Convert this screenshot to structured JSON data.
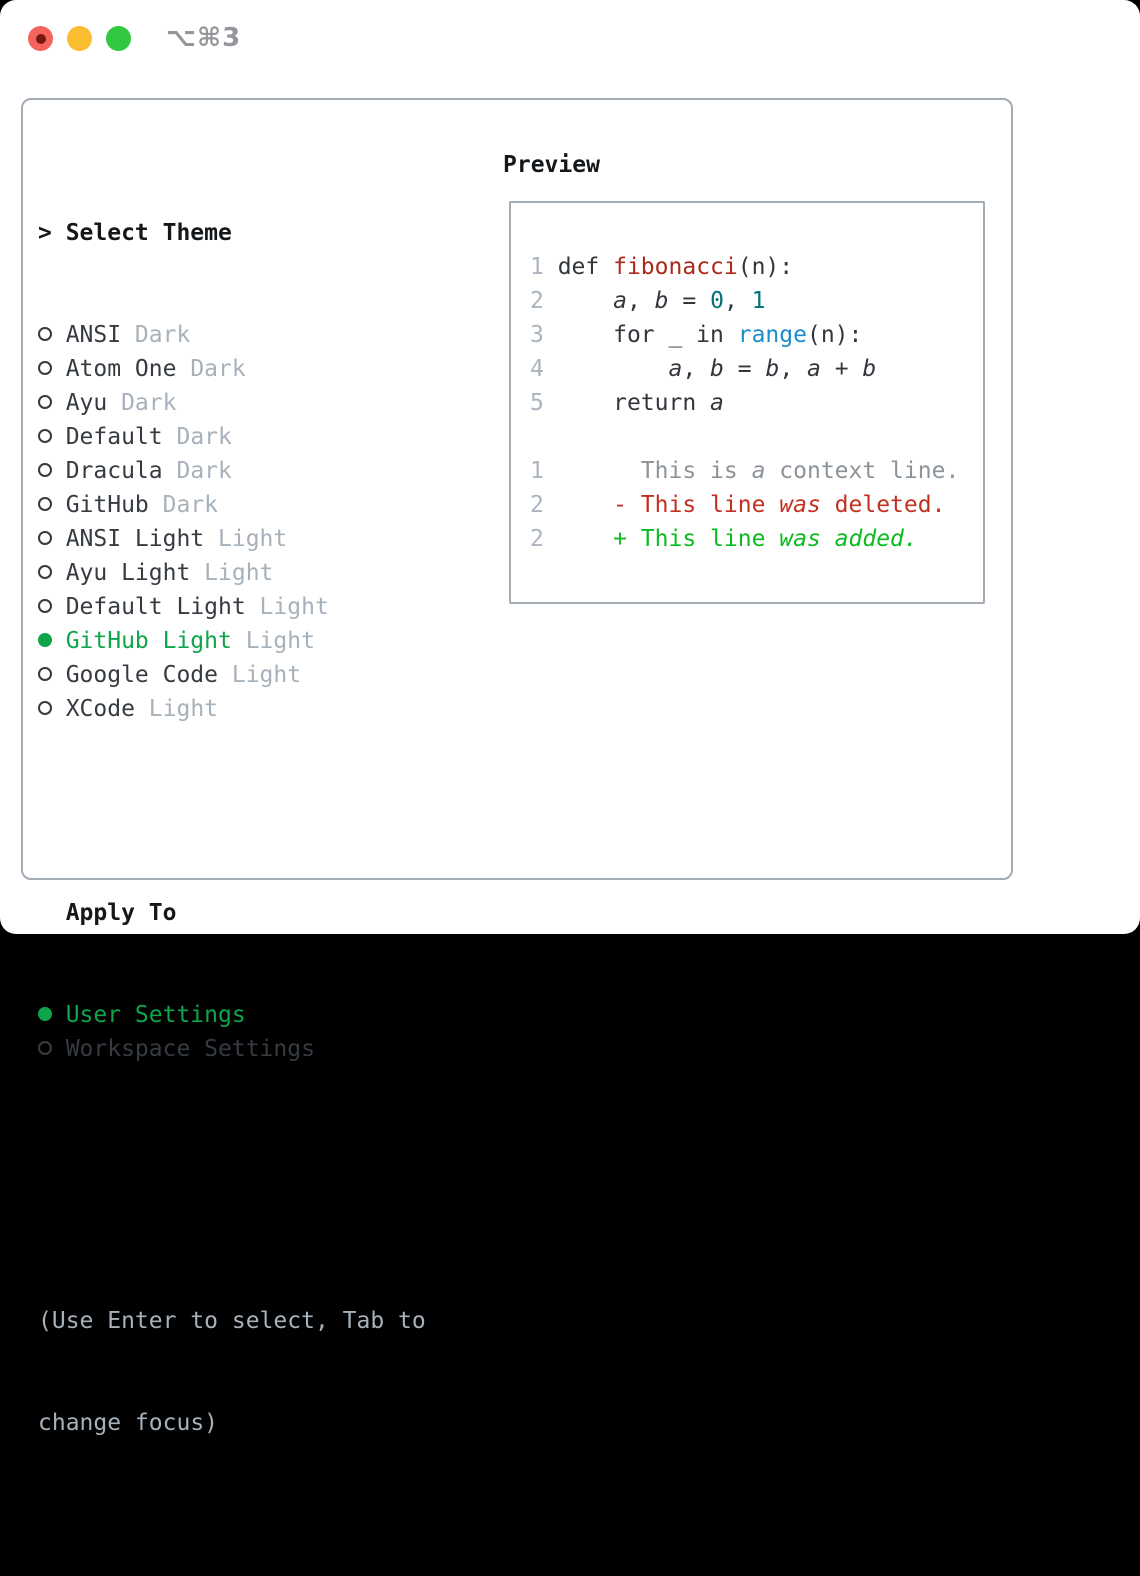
{
  "window": {
    "shortcut": "⌥⌘3"
  },
  "theme_menu": {
    "marker": ">",
    "header": "Select Theme",
    "items": [
      {
        "label": "ANSI",
        "suffix": "Dark",
        "selected": false
      },
      {
        "label": "Atom One",
        "suffix": "Dark",
        "selected": false
      },
      {
        "label": "Ayu",
        "suffix": "Dark",
        "selected": false
      },
      {
        "label": "Default",
        "suffix": "Dark",
        "selected": false
      },
      {
        "label": "Dracula",
        "suffix": "Dark",
        "selected": false
      },
      {
        "label": "GitHub",
        "suffix": "Dark",
        "selected": false
      },
      {
        "label": "ANSI Light",
        "suffix": "Light",
        "selected": false
      },
      {
        "label": "Ayu Light",
        "suffix": "Light",
        "selected": false
      },
      {
        "label": "Default Light",
        "suffix": "Light",
        "selected": false
      },
      {
        "label": "GitHub Light",
        "suffix": "Light",
        "selected": true
      },
      {
        "label": "Google Code",
        "suffix": "Light",
        "selected": false
      },
      {
        "label": "XCode",
        "suffix": "Light",
        "selected": false
      }
    ]
  },
  "apply_to": {
    "header": "Apply To",
    "options": [
      {
        "label": "User Settings",
        "selected": true
      },
      {
        "label": "Workspace Settings",
        "selected": false
      }
    ]
  },
  "hint": {
    "line1": "(Use Enter to select, Tab to",
    "line2": "change focus)"
  },
  "preview": {
    "title": "Preview",
    "lines": [
      {
        "num": "1",
        "tokens": [
          {
            "t": " def ",
            "c": "fg"
          },
          {
            "t": "fibonacci",
            "c": "red"
          },
          {
            "t": "(n):",
            "c": "fg"
          }
        ]
      },
      {
        "num": "2",
        "tokens": [
          {
            "t": "     ",
            "c": "fg"
          },
          {
            "t": "a",
            "c": "fg",
            "i": true
          },
          {
            "t": ", ",
            "c": "fg"
          },
          {
            "t": "b",
            "c": "fg",
            "i": true
          },
          {
            "t": " = ",
            "c": "fg"
          },
          {
            "t": "0",
            "c": "teal"
          },
          {
            "t": ", ",
            "c": "fg"
          },
          {
            "t": "1",
            "c": "teal"
          }
        ]
      },
      {
        "num": "3",
        "tokens": [
          {
            "t": "     for _ in ",
            "c": "fg"
          },
          {
            "t": "range",
            "c": "blue"
          },
          {
            "t": "(n):",
            "c": "fg"
          }
        ]
      },
      {
        "num": "4",
        "tokens": [
          {
            "t": "         ",
            "c": "fg"
          },
          {
            "t": "a",
            "c": "fg",
            "i": true
          },
          {
            "t": ", ",
            "c": "fg"
          },
          {
            "t": "b",
            "c": "fg",
            "i": true
          },
          {
            "t": " = ",
            "c": "fg"
          },
          {
            "t": "b",
            "c": "fg",
            "i": true
          },
          {
            "t": ", ",
            "c": "fg"
          },
          {
            "t": "a",
            "c": "fg",
            "i": true
          },
          {
            "t": " + ",
            "c": "fg"
          },
          {
            "t": "b",
            "c": "fg",
            "i": true
          }
        ]
      },
      {
        "num": "5",
        "tokens": [
          {
            "t": "     return ",
            "c": "fg"
          },
          {
            "t": "a",
            "c": "fg",
            "i": true
          }
        ]
      },
      {
        "num": "",
        "tokens": []
      },
      {
        "num": "1",
        "tokens": [
          {
            "t": "       This is ",
            "c": "ctx"
          },
          {
            "t": "a",
            "c": "ctx",
            "i": true
          },
          {
            "t": " context line.",
            "c": "ctx"
          }
        ]
      },
      {
        "num": "2",
        "tokens": [
          {
            "t": "     - This line ",
            "c": "del"
          },
          {
            "t": "was",
            "c": "del",
            "i": true
          },
          {
            "t": " deleted.",
            "c": "del"
          }
        ]
      },
      {
        "num": "2",
        "tokens": [
          {
            "t": "     + This line ",
            "c": "add"
          },
          {
            "t": "was",
            "c": "add",
            "i": true
          },
          {
            "t": " ",
            "c": "add"
          },
          {
            "t": "added.",
            "c": "add",
            "i": true
          }
        ]
      }
    ]
  },
  "colors": {
    "traffic-red": "#f4635c",
    "traffic-red-dot": "#771911",
    "traffic-yellow": "#fabd32",
    "traffic-green": "#31c73f",
    "title-gray": "#93979b",
    "border": "#a3abb5",
    "ink": "#15181b",
    "item": "#363b42",
    "muted": "#a7b1bb",
    "green": "#0ea64b",
    "ln": "#aab4be",
    "code-fg": "#32373e",
    "code-red": "#aa2a1d",
    "code-teal": "#007379",
    "code-blue": "#1a8ccb",
    "diff-ctx": "#8c9399",
    "diff-del": "#c23020",
    "diff-add": "#0cbb1f"
  }
}
